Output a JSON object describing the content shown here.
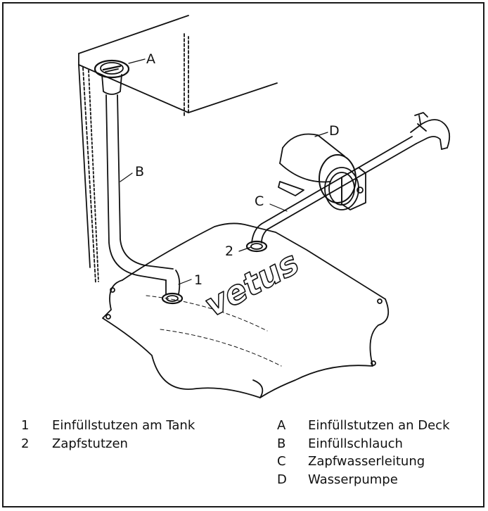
{
  "callouts": {
    "A": "A",
    "B": "B",
    "C": "C",
    "D": "D",
    "n1": "1",
    "n2": "2"
  },
  "tank_brand": "vetus",
  "legend": {
    "left": [
      {
        "key": "1",
        "text": "Einfüllstutzen am Tank"
      },
      {
        "key": "2",
        "text": "Zapfstutzen"
      }
    ],
    "right": [
      {
        "key": "A",
        "text": "Einfüllstutzen an Deck"
      },
      {
        "key": "B",
        "text": "Einfüllschlauch"
      },
      {
        "key": "C",
        "text": "Zapfwasserleitung"
      },
      {
        "key": "D",
        "text": "Wasserpumpe"
      }
    ]
  }
}
